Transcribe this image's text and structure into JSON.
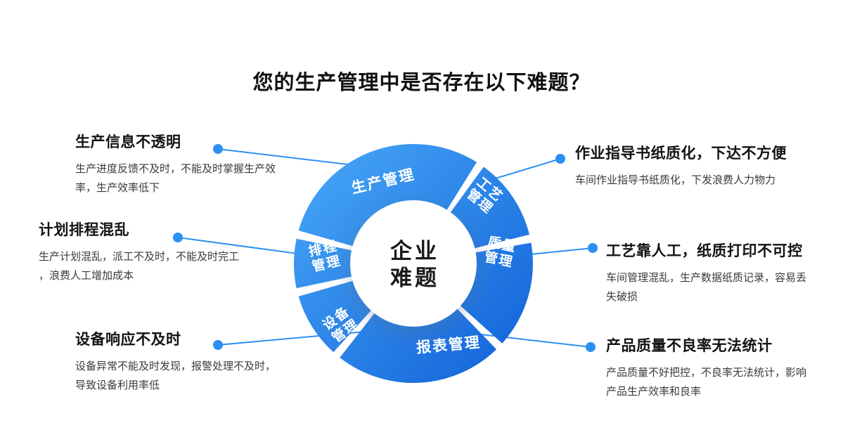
{
  "title": "您的生产管理中是否存在以下难题？",
  "colors": {
    "accent": "#2b90f1",
    "donut_gradient_start": "#47a7f7",
    "donut_gradient_end": "#1263d9",
    "heading": "#131313",
    "body_text": "#3a3a3a"
  },
  "diagram": {
    "center": {
      "line1": "企业",
      "line2": "难题"
    },
    "segments": {
      "production": {
        "label": "生产管理"
      },
      "process": {
        "line1": "工艺",
        "line2": "管理"
      },
      "quality": {
        "line1": "质量",
        "line2": "管理"
      },
      "report": {
        "label": "报表管理"
      },
      "equipment": {
        "line1": "设备",
        "line2": "管理"
      },
      "scheduling": {
        "line1": "排程",
        "line2": "管理"
      }
    }
  },
  "items": {
    "left": [
      {
        "heading": "生产信息不透明",
        "desc": "生产进度反馈不及时，不能及时掌握生产效\n率，生产效率低下"
      },
      {
        "heading": "计划排程混乱",
        "desc": "生产计划混乱，派工不及时，不能及时完工\n，浪费人工增加成本"
      },
      {
        "heading": "设备响应不及时",
        "desc": "设备异常不能及时发现，报警处理不及时，\n导致设备利用率低"
      }
    ],
    "right": [
      {
        "heading": "作业指导书纸质化，下达不方便",
        "desc": "车间作业指导书纸质化，下发浪费人力物力"
      },
      {
        "heading": "工艺靠人工，纸质打印不可控",
        "desc": "车间管理混乱，生产数据纸质记录，容易丢\n失破损"
      },
      {
        "heading": "产品质量不良率无法统计",
        "desc": "产品质量不好把控，不良率无法统计，影响\n产品生产效率和良率"
      }
    ]
  }
}
